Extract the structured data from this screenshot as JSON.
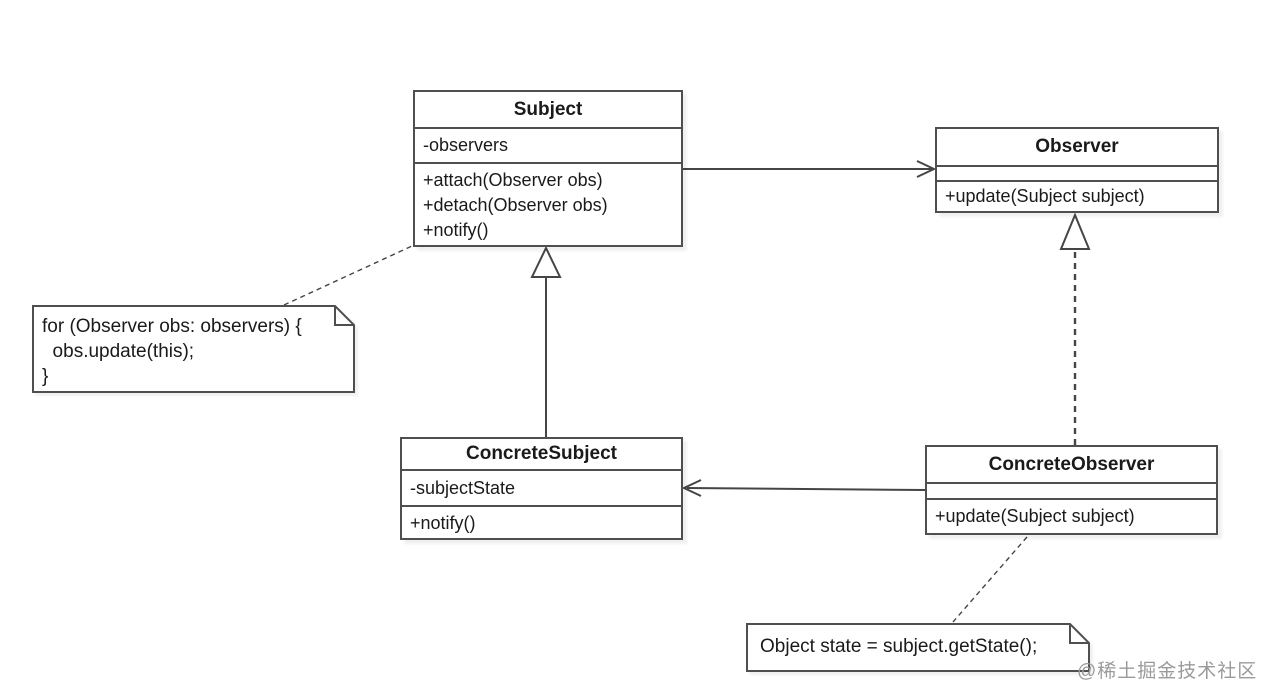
{
  "classes": {
    "subject": {
      "name": "Subject",
      "attributes": [
        "-observers"
      ],
      "methods": [
        "+attach(Observer obs)",
        "+detach(Observer obs)",
        "+notify()"
      ]
    },
    "observer": {
      "name": "Observer",
      "attributes": [],
      "methods": [
        "+update(Subject subject)"
      ]
    },
    "concrete_subject": {
      "name": "ConcreteSubject",
      "attributes": [
        "-subjectState"
      ],
      "methods": [
        "+notify()"
      ]
    },
    "concrete_observer": {
      "name": "ConcreteObserver",
      "attributes": [],
      "methods": [
        "+update(Subject subject)"
      ]
    }
  },
  "notes": {
    "for_loop": {
      "lines": [
        "for (Observer obs: observers) {",
        "  obs.update(this);",
        "}"
      ]
    },
    "get_state": {
      "lines": [
        "Object state = subject.getState();"
      ]
    }
  },
  "relationships": [
    {
      "from": "Subject",
      "to": "Observer",
      "type": "association-arrow"
    },
    {
      "from": "ConcreteSubject",
      "to": "Subject",
      "type": "generalization"
    },
    {
      "from": "ConcreteObserver",
      "to": "Observer",
      "type": "realization-dashed"
    },
    {
      "from": "ConcreteObserver",
      "to": "ConcreteSubject",
      "type": "association-arrow"
    },
    {
      "from": "note-for-loop",
      "to": "Subject",
      "type": "note-attachment"
    },
    {
      "from": "note-get-state",
      "to": "ConcreteObserver",
      "type": "note-attachment"
    }
  ],
  "watermark": "@稀土掘金技术社区",
  "colors": {
    "background": "#ffffff",
    "line": "#454545",
    "box_border": "#4f4f4f",
    "text": "#1a1a1a",
    "watermark": "#9a9a9a"
  }
}
